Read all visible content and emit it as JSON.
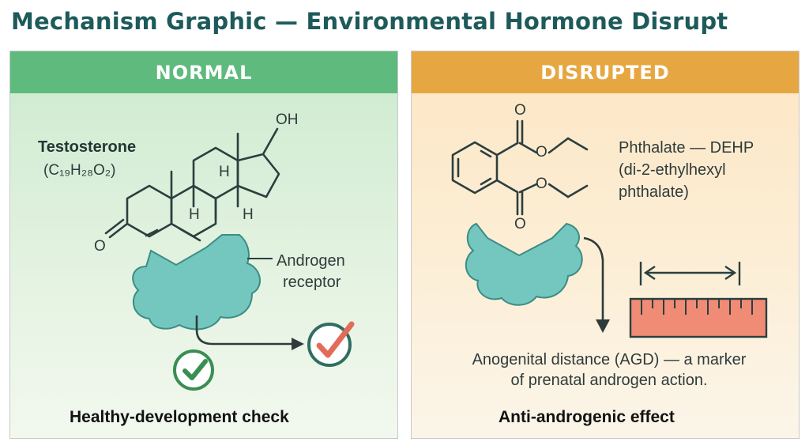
{
  "title": "Mechanism Graphic — Environmental Hormone Disrupt",
  "normal": {
    "banner": "NORMAL",
    "compound_name": "Testosterone",
    "formula": "(C₁₉H₂₈O₂)",
    "atom_oh": "OH",
    "atom_o": "O",
    "atom_h1": "H",
    "atom_h2": "H",
    "atom_h3": "H",
    "receptor_line1": "Androgen",
    "receptor_line2": "receptor",
    "caption": "Healthy-development check"
  },
  "disrupted": {
    "banner": "DISRUPTED",
    "compound_line1": "Phthalate — DEHP",
    "compound_line2": "(di-2-ethylhexyl",
    "compound_line3": "phthalate)",
    "atom_o1": "O",
    "atom_o2": "O",
    "atom_o3": "O",
    "atom_o4": "O",
    "agd_line1": "Anogenital distance (AGD) — a marker",
    "agd_line2": "of prenatal androgen action.",
    "caption": "Anti-androgenic effect"
  },
  "colors": {
    "normal_banner": "#5fba7d",
    "disrupted_banner": "#e6a743",
    "receptor": "#73c7be",
    "check_green": "#3a8e53",
    "check_red": "#e36b5a",
    "ruler": "#f08b76",
    "title": "#1e5a5a"
  },
  "icons": [
    "androgen-receptor-icon",
    "check-icon",
    "check-red-icon",
    "ruler-icon",
    "arrow-icon"
  ]
}
